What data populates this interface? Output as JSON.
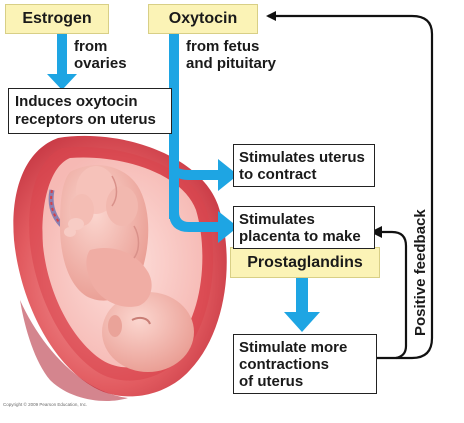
{
  "hormones": {
    "estrogen": "Estrogen",
    "oxytocin": "Oxytocin",
    "prostaglandins": "Prostaglandins"
  },
  "sources": {
    "estrogen_from": [
      "from",
      "ovaries"
    ],
    "oxytocin_from": [
      "from fetus",
      "and pituitary"
    ]
  },
  "effects": {
    "induces": [
      "Induces oxytocin",
      "receptors on uterus"
    ],
    "stimulates_uterus": [
      "Stimulates uterus",
      "to contract"
    ],
    "stimulates_placenta": [
      "Stimulates",
      "placenta to make"
    ],
    "stimulate_more": [
      "Stimulate more",
      "contractions",
      "of uterus"
    ]
  },
  "feedback_label": "Positive feedback",
  "copyright": "Copyright © 2009 Pearson Education, Inc.",
  "colors": {
    "arrow_blue": "#1ea5e3",
    "hormone_box": "#fbf3b6",
    "uterus_wall": "#e4505a",
    "fetus_skin": "#f3b3aa",
    "feedback_line": "#111111"
  }
}
